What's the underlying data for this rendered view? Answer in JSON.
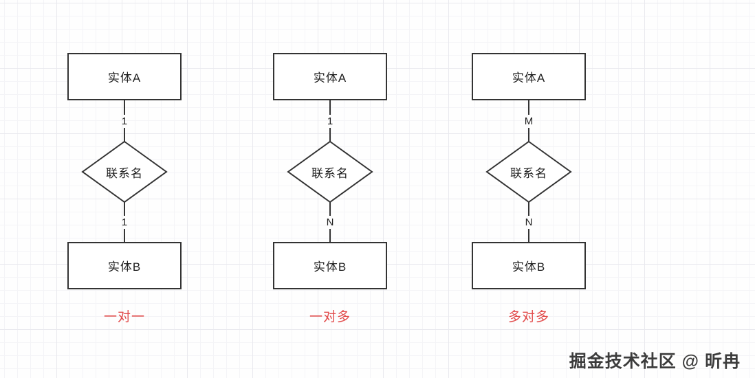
{
  "diagram": {
    "columns": [
      {
        "entity_top": "实体A",
        "top_cardinality": "1",
        "relation": "联系名",
        "bottom_cardinality": "1",
        "entity_bottom": "实体B",
        "caption": "一对一"
      },
      {
        "entity_top": "实体A",
        "top_cardinality": "1",
        "relation": "联系名",
        "bottom_cardinality": "N",
        "entity_bottom": "实体B",
        "caption": "一对多"
      },
      {
        "entity_top": "实体A",
        "top_cardinality": "M",
        "relation": "联系名",
        "bottom_cardinality": "N",
        "entity_bottom": "实体B",
        "caption": "多对多"
      }
    ],
    "colors": {
      "shape_stroke": "#333333",
      "caption_red": "#e24c4c",
      "text": "#1f1f1f"
    }
  },
  "watermark": {
    "text": "掘金技术社区 @ 昕冉"
  }
}
